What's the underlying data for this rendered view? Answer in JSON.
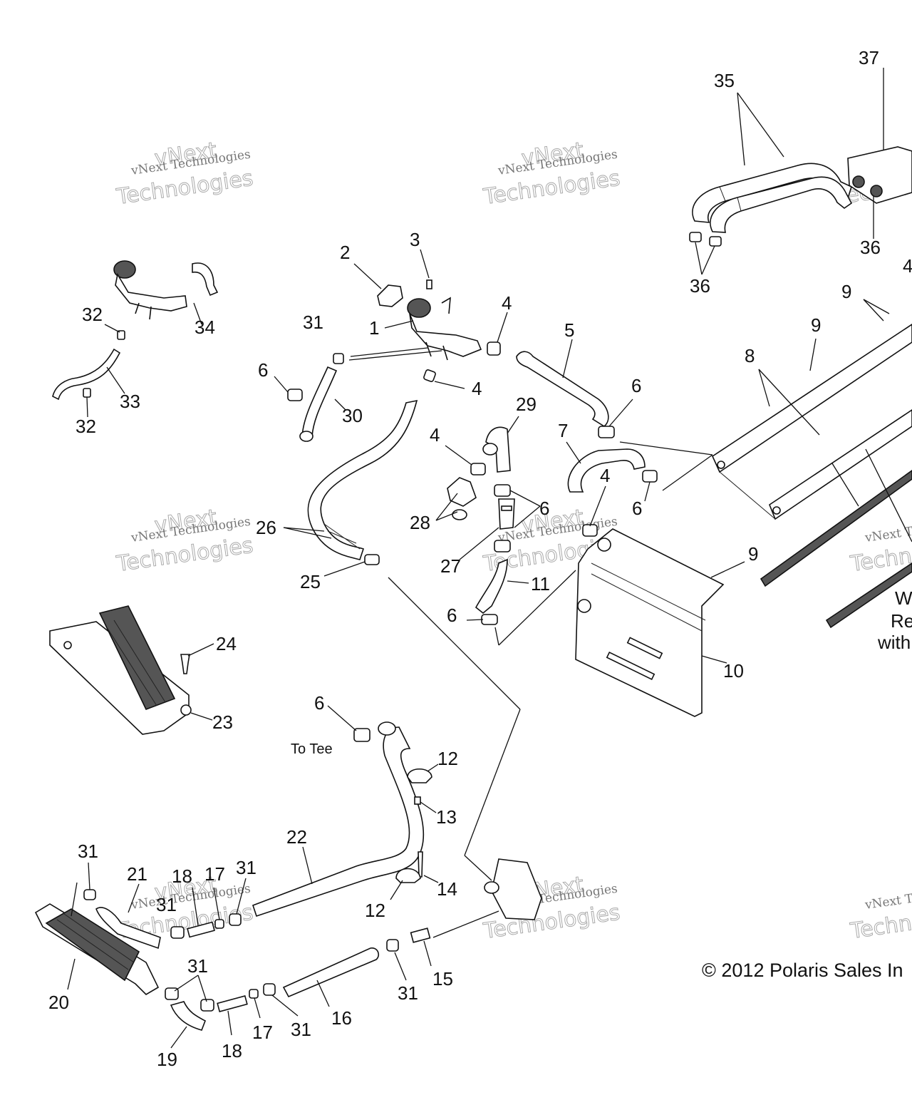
{
  "callouts": [
    {
      "id": "c37",
      "text": "37"
    },
    {
      "id": "c35",
      "text": "35"
    },
    {
      "id": "c36a",
      "text": "36"
    },
    {
      "id": "c36b",
      "text": "36"
    },
    {
      "id": "c2",
      "text": "2"
    },
    {
      "id": "c3",
      "text": "3"
    },
    {
      "id": "c1",
      "text": "1"
    },
    {
      "id": "c4a",
      "text": "4"
    },
    {
      "id": "c31a",
      "text": "31"
    },
    {
      "id": "c5",
      "text": "5"
    },
    {
      "id": "c6a",
      "text": "6"
    },
    {
      "id": "c30",
      "text": "30"
    },
    {
      "id": "c4b",
      "text": "4"
    },
    {
      "id": "c9a",
      "text": "9"
    },
    {
      "id": "c9b",
      "text": "9"
    },
    {
      "id": "c8",
      "text": "8"
    },
    {
      "id": "c6b",
      "text": "6"
    },
    {
      "id": "c29",
      "text": "29"
    },
    {
      "id": "c7",
      "text": "7"
    },
    {
      "id": "c4c",
      "text": "4"
    },
    {
      "id": "c4d",
      "text": "4"
    },
    {
      "id": "c6c",
      "text": "6"
    },
    {
      "id": "c6d",
      "text": "6"
    },
    {
      "id": "c28",
      "text": "28"
    },
    {
      "id": "c26",
      "text": "26"
    },
    {
      "id": "c27",
      "text": "27"
    },
    {
      "id": "c9c",
      "text": "9"
    },
    {
      "id": "c25",
      "text": "25"
    },
    {
      "id": "c11",
      "text": "11"
    },
    {
      "id": "c6e",
      "text": "6"
    },
    {
      "id": "c10",
      "text": "10"
    },
    {
      "id": "c32a",
      "text": "32"
    },
    {
      "id": "c34",
      "text": "34"
    },
    {
      "id": "c33",
      "text": "33"
    },
    {
      "id": "c32b",
      "text": "32"
    },
    {
      "id": "c24",
      "text": "24"
    },
    {
      "id": "c23",
      "text": "23"
    },
    {
      "id": "c6f",
      "text": "6"
    },
    {
      "id": "c12a",
      "text": "12"
    },
    {
      "id": "c13",
      "text": "13"
    },
    {
      "id": "c22",
      "text": "22"
    },
    {
      "id": "c31b",
      "text": "31"
    },
    {
      "id": "c21",
      "text": "21"
    },
    {
      "id": "c18a",
      "text": "18"
    },
    {
      "id": "c17a",
      "text": "17"
    },
    {
      "id": "c31c",
      "text": "31"
    },
    {
      "id": "c14",
      "text": "14"
    },
    {
      "id": "c12b",
      "text": "12"
    },
    {
      "id": "c31d",
      "text": "31"
    },
    {
      "id": "c15",
      "text": "15"
    },
    {
      "id": "c20",
      "text": "20"
    },
    {
      "id": "c31e",
      "text": "31"
    },
    {
      "id": "c31f",
      "text": "31"
    },
    {
      "id": "c16",
      "text": "16"
    },
    {
      "id": "c31g",
      "text": "31"
    },
    {
      "id": "c18b",
      "text": "18"
    },
    {
      "id": "c17b",
      "text": "17"
    },
    {
      "id": "c19",
      "text": "19"
    }
  ],
  "labels": {
    "to_tee": "To Tee",
    "edge_w": "W",
    "edge_re": "Re",
    "edge_with": "with",
    "edge_4": "4",
    "copyright": "© 2012 Polaris Sales In"
  },
  "watermark": {
    "line1": "vNext Technologies",
    "line2": "Technologies",
    "line3": "vNext"
  },
  "colors": {
    "ink": "#111111",
    "watermark": "#888888",
    "background": "#ffffff"
  }
}
